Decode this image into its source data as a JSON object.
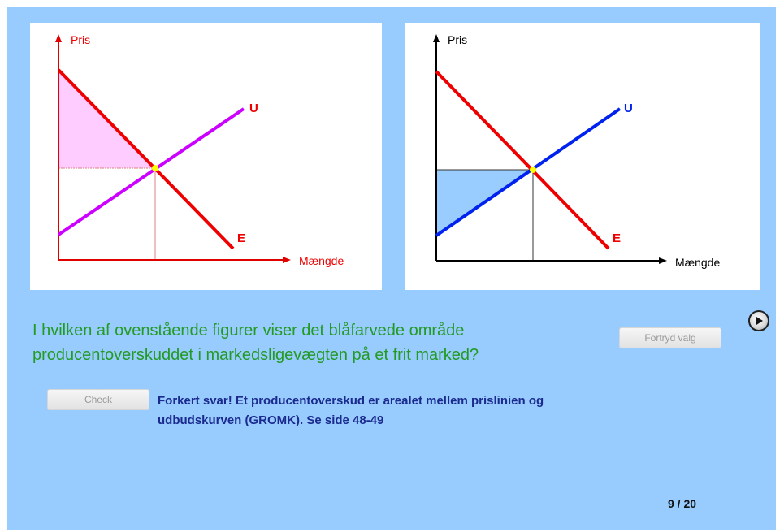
{
  "figures": [
    {
      "y_axis_label": "Pris",
      "x_axis_label": "Mængde",
      "supply_label": "U",
      "demand_label": "E",
      "axis_color": "#e00000",
      "supply_color": "#cc00ff",
      "demand_color": "#ee0000",
      "shaded_area_color": "#ffccff",
      "label_color": "#ee0000"
    },
    {
      "y_axis_label": "Pris",
      "x_axis_label": "Mængde",
      "supply_label": "U",
      "demand_label": "E",
      "axis_color": "#000000",
      "supply_color": "#0022ee",
      "demand_color": "#ee0000",
      "shaded_area_color": "#99ccff",
      "label_color": "#000000"
    }
  ],
  "question": "I hvilken af ovenstående figurer viser det blåfarvede område producentoverskuddet i markedsligevægten på et frit marked?",
  "buttons": {
    "undo_label": "Fortryd valg",
    "check_label": "Check"
  },
  "feedback": "Forkert svar!  Et producentoverskud er arealet mellem prislinien og udbudskurven (GROMK). Se side 48-49",
  "progress": "9 / 20",
  "colors": {
    "background": "#99ccfe",
    "question_text": "#239a23",
    "feedback_text": "#1a2a8f"
  },
  "icons": {
    "next": "play-icon"
  }
}
